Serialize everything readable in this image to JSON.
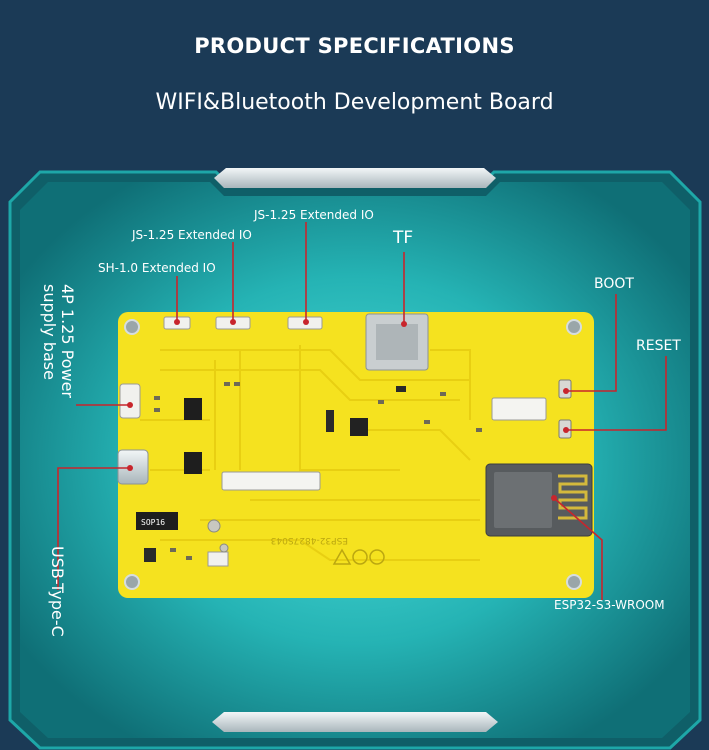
{
  "header": {
    "title": "PRODUCT SPECIFICATIONS",
    "subtitle": "WIFI&Bluetooth Development Board"
  },
  "colors": {
    "background": "#1b3a56",
    "panel_glow": "#2fc6c6",
    "panel_frame": "#158f8f",
    "pcb_yellow": "#f5e21f",
    "callout_red": "#c8252c"
  },
  "callouts": {
    "js_io_top": "JS-1.25 Extended IO",
    "js_io_second": "JS-1.25 Extended IO",
    "sh_io": "SH-1.0 Extended IO",
    "tf": "TF",
    "boot": "BOOT",
    "reset": "RESET",
    "power_base_line1": "4P 1.25 Power",
    "power_base_line2": "supply base",
    "usb": "USB-Type-C",
    "module": "ESP32-S3-WROOM"
  },
  "board": {
    "ic_marking": "SOP16",
    "silkscreen": "ESP32-4827S043"
  }
}
